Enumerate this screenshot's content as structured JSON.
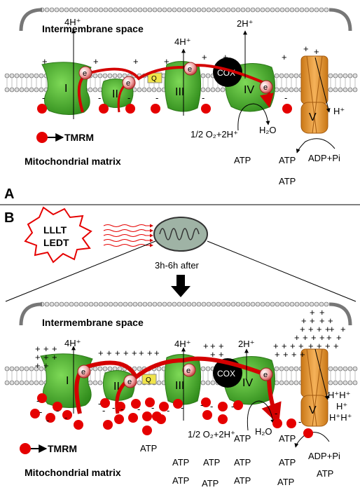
{
  "panel_a": {
    "letter": "A",
    "intermembrane": "Intermembrane space",
    "matrix": "Mitochondrial matrix",
    "tmrm": "TMRM",
    "proton_1": "4H⁺",
    "proton_3": "4H⁺",
    "proton_4": "2H⁺",
    "h_plus": "H⁺",
    "oxygen": "1/2 O₂+2H⁺",
    "water": "H₂O",
    "atp_1": "ATP",
    "atp_2": "ATP",
    "atp_3": "ATP",
    "adp": "ADP+Pi"
  },
  "panel_b": {
    "letter": "B",
    "lllt_1": "LLLT",
    "lllt_2": "LEDT",
    "time": "3h-6h after",
    "intermembrane": "Intermembrane space",
    "matrix": "Mitochondrial matrix",
    "tmrm": "TMRM",
    "proton_1": "4H⁺",
    "proton_3": "4H⁺",
    "proton_4": "2H⁺",
    "h_stack": [
      "H⁺H⁺",
      "H⁺",
      "H⁺H⁺"
    ],
    "oxygen": "1/2 O₂+2H⁺",
    "water": "H₂O",
    "adp": "ADP+Pi",
    "atp": [
      "ATP",
      "ATP",
      "ATP",
      "ATP",
      "ATP",
      "ATP",
      "ATP",
      "ATP",
      "ATP",
      "ATP",
      "ATP",
      "ATP"
    ]
  },
  "complexes": {
    "c1": "I",
    "c2": "II",
    "c3": "III",
    "c4": "IV",
    "c5": "V",
    "q": "Q",
    "cox": "COX",
    "electron": "e"
  }
}
